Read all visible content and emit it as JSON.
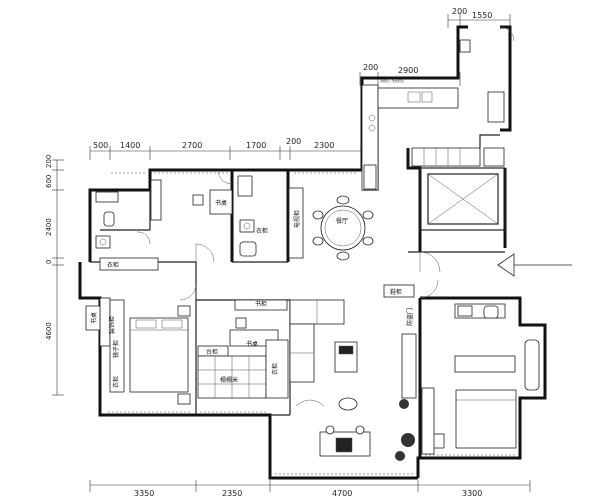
{
  "dimensions": {
    "top_row": [
      "500",
      "1400",
      "2700",
      "1700",
      "200",
      "2300"
    ],
    "kitchen_top": [
      "200",
      "2900"
    ],
    "entry_top": [
      "200",
      "1550"
    ],
    "bottom_row": [
      "3350",
      "2350",
      "4700",
      "3300"
    ],
    "left_side": [
      "200",
      "600",
      "2400",
      "0",
      "4600"
    ]
  },
  "rooms": {
    "desk_upper": "书桌",
    "dining": "餐厅",
    "wardrobe_upper": "衣柜",
    "tv_upper": "电视柜",
    "wardrobe_left_top": "衣柜",
    "desk_left": "书桌",
    "decor_cabinet": "装饰柜",
    "mirror_cabinet": "镜子柜",
    "wardrobe_left_bottom": "衣柜",
    "bookcase": "书柜",
    "desk_middle": "书桌",
    "counter": "台柜",
    "tatami": "榻榻米",
    "wardrobe_middle": "衣柜",
    "shoe_cabinet": "鞋柜",
    "entry_door": "防盗门",
    "kitchen_note": "冰箱位 | 洗衣机位"
  },
  "icons": {
    "arrow": "entrance-arrow-icon"
  }
}
